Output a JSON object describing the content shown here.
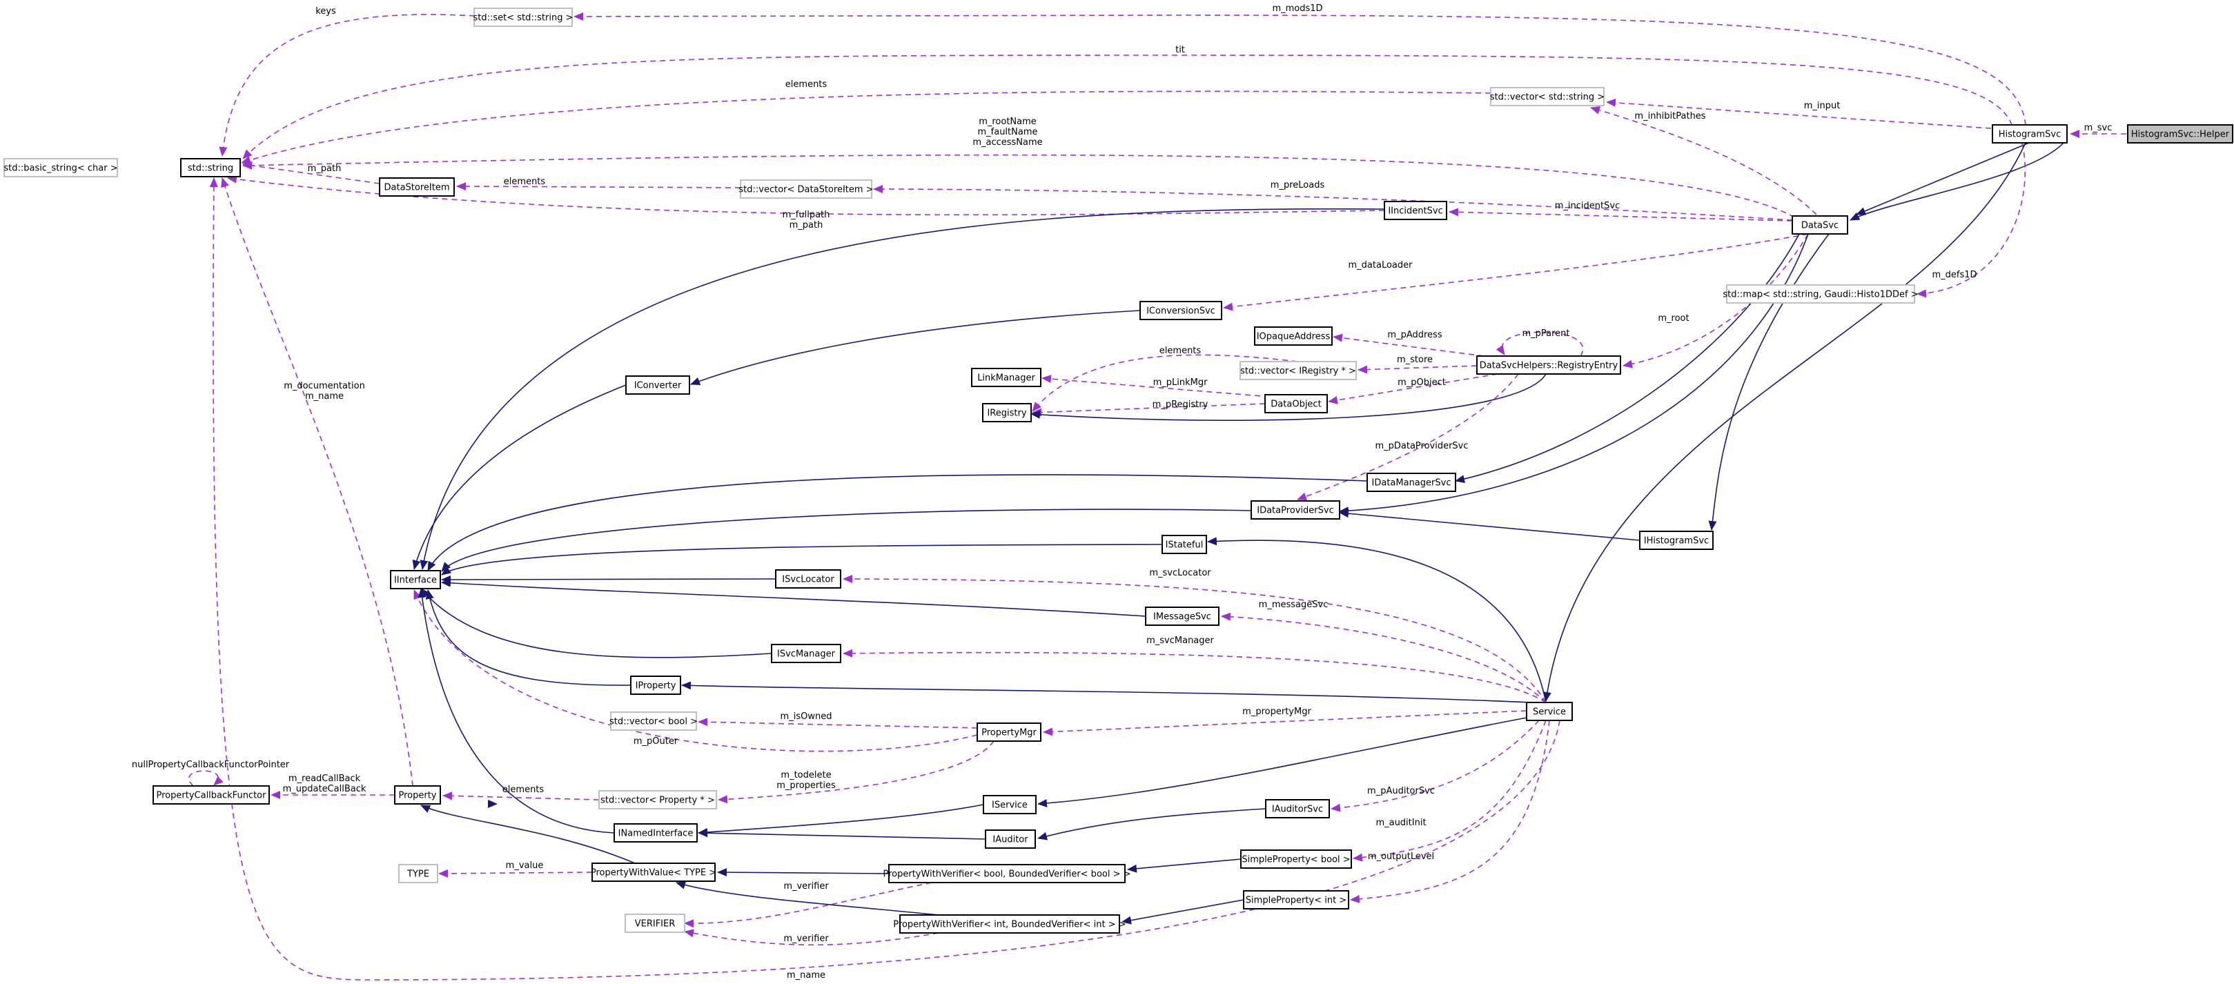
{
  "diagram": {
    "title": "",
    "colors": {
      "inheritance": "#191970",
      "usage": "#9a32cd",
      "black_border": "#000000",
      "gray_border": "#bfbfbf",
      "highlight_fill": "#bfbfbf"
    },
    "nodes": [
      {
        "id": "helper",
        "label": "HistogramSvc::Helper",
        "style": "highlight"
      },
      {
        "id": "histogramsvc",
        "label": "HistogramSvc",
        "style": "normal"
      },
      {
        "id": "datasvc",
        "label": "DataSvc",
        "style": "normal"
      },
      {
        "id": "string",
        "label": "std::string",
        "style": "normal"
      },
      {
        "id": "basic_string",
        "label": "std::basic_string< char >",
        "style": "gray"
      },
      {
        "id": "set_string",
        "label": "std::set< std::string >",
        "style": "gray"
      },
      {
        "id": "vector_string",
        "label": "std::vector< std::string >",
        "style": "gray"
      },
      {
        "id": "datastoreitem",
        "label": "DataStoreItem",
        "style": "normal"
      },
      {
        "id": "vector_dsi",
        "label": "std::vector< DataStoreItem >",
        "style": "gray"
      },
      {
        "id": "iincidentsvc",
        "label": "IIncidentSvc",
        "style": "normal"
      },
      {
        "id": "map_histo",
        "label": "std::map< std::string, Gaudi::Histo1DDef >",
        "style": "gray"
      },
      {
        "id": "iconversionsvc",
        "label": "IConversionSvc",
        "style": "normal"
      },
      {
        "id": "iopaqueaddress",
        "label": "IOpaqueAddress",
        "style": "normal"
      },
      {
        "id": "registryentry",
        "label": "DataSvcHelpers::RegistryEntry",
        "style": "normal"
      },
      {
        "id": "vector_iregistry",
        "label": "std::vector< IRegistry * >",
        "style": "gray"
      },
      {
        "id": "linkmanager",
        "label": "LinkManager",
        "style": "normal"
      },
      {
        "id": "iconverter",
        "label": "IConverter",
        "style": "normal"
      },
      {
        "id": "iregistry",
        "label": "IRegistry",
        "style": "normal"
      },
      {
        "id": "dataobject",
        "label": "DataObject",
        "style": "normal"
      },
      {
        "id": "idatamanagersvc",
        "label": "IDataManagerSvc",
        "style": "normal"
      },
      {
        "id": "idataprovidersvc",
        "label": "IDataProviderSvc",
        "style": "normal"
      },
      {
        "id": "ihistogramsvc",
        "label": "IHistogramSvc",
        "style": "normal"
      },
      {
        "id": "istateful",
        "label": "IStateful",
        "style": "normal"
      },
      {
        "id": "iinterface",
        "label": "IInterface",
        "style": "normal"
      },
      {
        "id": "isvclocator",
        "label": "ISvcLocator",
        "style": "normal"
      },
      {
        "id": "imessagesvc",
        "label": "IMessageSvc",
        "style": "normal"
      },
      {
        "id": "isvcmanager",
        "label": "ISvcManager",
        "style": "normal"
      },
      {
        "id": "iproperty",
        "label": "IProperty",
        "style": "normal"
      },
      {
        "id": "service",
        "label": "Service",
        "style": "normal"
      },
      {
        "id": "propertymgr",
        "label": "PropertyMgr",
        "style": "normal"
      },
      {
        "id": "vector_bool",
        "label": "std::vector< bool >",
        "style": "gray"
      },
      {
        "id": "propertycallbackfunctor",
        "label": "PropertyCallbackFunctor",
        "style": "normal"
      },
      {
        "id": "property",
        "label": "Property",
        "style": "normal"
      },
      {
        "id": "vector_property",
        "label": "std::vector< Property * >",
        "style": "gray"
      },
      {
        "id": "iservice",
        "label": "IService",
        "style": "normal"
      },
      {
        "id": "iauditorsvc",
        "label": "IAuditorSvc",
        "style": "normal"
      },
      {
        "id": "inamedinterface",
        "label": "INamedInterface",
        "style": "normal"
      },
      {
        "id": "iauditor",
        "label": "IAuditor",
        "style": "normal"
      },
      {
        "id": "simpleproperty_bool",
        "label": "SimpleProperty< bool >",
        "style": "normal"
      },
      {
        "id": "type",
        "label": "TYPE",
        "style": "gray"
      },
      {
        "id": "propertywithvalue",
        "label": "PropertyWithValue< TYPE >",
        "style": "normal"
      },
      {
        "id": "pwv_bool",
        "label": "PropertyWithVerifier< bool, BoundedVerifier< bool > >",
        "style": "normal"
      },
      {
        "id": "simpleproperty_int",
        "label": "SimpleProperty< int >",
        "style": "normal"
      },
      {
        "id": "verifier",
        "label": "VERIFIER",
        "style": "gray"
      },
      {
        "id": "pwv_int",
        "label": "PropertyWithVerifier< int, BoundedVerifier< int > >",
        "style": "normal"
      }
    ],
    "edges": [
      {
        "id": "e1",
        "kind": "usage",
        "label": "m_svc"
      },
      {
        "id": "e2",
        "kind": "inheritance",
        "label": ""
      },
      {
        "id": "e3",
        "kind": "usage",
        "label": "m_mods1D"
      },
      {
        "id": "e4",
        "kind": "usage",
        "label": "keys"
      },
      {
        "id": "e5",
        "kind": "usage",
        "label": "tit"
      },
      {
        "id": "e6",
        "kind": "usage",
        "label": "m_input"
      },
      {
        "id": "e7",
        "kind": "usage",
        "label": "elements"
      },
      {
        "id": "e8",
        "kind": "usage",
        "label": "m_inhibitPathes"
      },
      {
        "id": "e9",
        "kind": "usage",
        "label": "m_rootName\nm_faultName\nm_accessName"
      },
      {
        "id": "e10",
        "kind": "inheritance",
        "label": ""
      },
      {
        "id": "e11",
        "kind": "usage",
        "label": "m_path"
      },
      {
        "id": "e12",
        "kind": "usage",
        "label": "elements"
      },
      {
        "id": "e13",
        "kind": "usage",
        "label": "m_preLoads"
      },
      {
        "id": "e14",
        "kind": "usage",
        "label": "m_fullpath\nm_path"
      },
      {
        "id": "e15",
        "kind": "usage",
        "label": "m_incidentSvc"
      },
      {
        "id": "e16",
        "kind": "usage",
        "label": "m_defs1D"
      },
      {
        "id": "e17",
        "kind": "usage",
        "label": "m_dataLoader"
      },
      {
        "id": "e18",
        "kind": "usage",
        "label": "m_root"
      },
      {
        "id": "e19",
        "kind": "usage",
        "label": "m_pParent"
      },
      {
        "id": "e20",
        "kind": "usage",
        "label": "m_pAddress"
      },
      {
        "id": "e21",
        "kind": "usage",
        "label": "m_store"
      },
      {
        "id": "e22",
        "kind": "usage",
        "label": "elements"
      },
      {
        "id": "e23",
        "kind": "usage",
        "label": "m_pLinkMgr"
      },
      {
        "id": "e24",
        "kind": "usage",
        "label": "m_pObject"
      },
      {
        "id": "e25",
        "kind": "usage",
        "label": "m_pRegistry"
      },
      {
        "id": "e26",
        "kind": "inheritance",
        "label": ""
      },
      {
        "id": "e27",
        "kind": "usage",
        "label": "m_pDataProviderSvc"
      },
      {
        "id": "e28",
        "kind": "inheritance",
        "label": ""
      },
      {
        "id": "e29",
        "kind": "inheritance",
        "label": ""
      },
      {
        "id": "e30",
        "kind": "inheritance",
        "label": ""
      },
      {
        "id": "e31",
        "kind": "inheritance",
        "label": ""
      },
      {
        "id": "e32",
        "kind": "inheritance",
        "label": ""
      },
      {
        "id": "e33",
        "kind": "inheritance",
        "label": ""
      },
      {
        "id": "e34",
        "kind": "inheritance",
        "label": ""
      },
      {
        "id": "e35",
        "kind": "inheritance",
        "label": ""
      },
      {
        "id": "e36",
        "kind": "inheritance",
        "label": ""
      },
      {
        "id": "e37",
        "kind": "inheritance",
        "label": ""
      },
      {
        "id": "e38",
        "kind": "inheritance",
        "label": ""
      },
      {
        "id": "e39",
        "kind": "inheritance",
        "label": ""
      },
      {
        "id": "e40",
        "kind": "inheritance",
        "label": ""
      },
      {
        "id": "e41",
        "kind": "inheritance",
        "label": ""
      },
      {
        "id": "e42",
        "kind": "inheritance",
        "label": ""
      },
      {
        "id": "e43",
        "kind": "usage",
        "label": "m_svcLocator"
      },
      {
        "id": "e44",
        "kind": "usage",
        "label": "m_messageSvc"
      },
      {
        "id": "e45",
        "kind": "usage",
        "label": "m_svcManager"
      },
      {
        "id": "e46",
        "kind": "usage",
        "label": "m_propertyMgr"
      },
      {
        "id": "e47",
        "kind": "usage",
        "label": "m_isOwned"
      },
      {
        "id": "e48",
        "kind": "usage",
        "label": "m_pOuter"
      },
      {
        "id": "e49",
        "kind": "usage",
        "label": "m_todelete\nm_properties"
      },
      {
        "id": "e50",
        "kind": "usage",
        "label": "elements"
      },
      {
        "id": "e51",
        "kind": "usage",
        "label": "m_documentation\nm_name"
      },
      {
        "id": "e52",
        "kind": "usage",
        "label": "m_readCallBack\nm_updateCallBack"
      },
      {
        "id": "e53",
        "kind": "usage",
        "label": "nullPropertyCallbackFunctorPointer"
      },
      {
        "id": "e54",
        "kind": "inheritance",
        "label": ""
      },
      {
        "id": "e55",
        "kind": "usage",
        "label": "m_pAuditorSvc"
      },
      {
        "id": "e56",
        "kind": "usage",
        "label": "m_auditInit"
      },
      {
        "id": "e57",
        "kind": "usage",
        "label": "m_outputLevel"
      },
      {
        "id": "e58",
        "kind": "inheritance",
        "label": ""
      },
      {
        "id": "e59",
        "kind": "inheritance",
        "label": ""
      },
      {
        "id": "e60",
        "kind": "inheritance",
        "label": ""
      },
      {
        "id": "e61",
        "kind": "inheritance",
        "label": ""
      },
      {
        "id": "e62",
        "kind": "inheritance",
        "label": ""
      },
      {
        "id": "e63",
        "kind": "inheritance",
        "label": ""
      },
      {
        "id": "e64",
        "kind": "usage",
        "label": "m_value"
      },
      {
        "id": "e65",
        "kind": "usage",
        "label": "m_verifier"
      },
      {
        "id": "e66",
        "kind": "usage",
        "label": "m_verifier"
      },
      {
        "id": "e67",
        "kind": "inheritance",
        "label": ""
      },
      {
        "id": "e68",
        "kind": "inheritance",
        "label": ""
      },
      {
        "id": "e69",
        "kind": "inheritance",
        "label": ""
      },
      {
        "id": "e70",
        "kind": "usage",
        "label": "m_name"
      },
      {
        "id": "e71",
        "kind": "inheritance",
        "label": ""
      },
      {
        "id": "e72",
        "kind": "inheritance",
        "label": ""
      },
      {
        "id": "e73",
        "kind": "inheritance",
        "label": ""
      }
    ]
  }
}
